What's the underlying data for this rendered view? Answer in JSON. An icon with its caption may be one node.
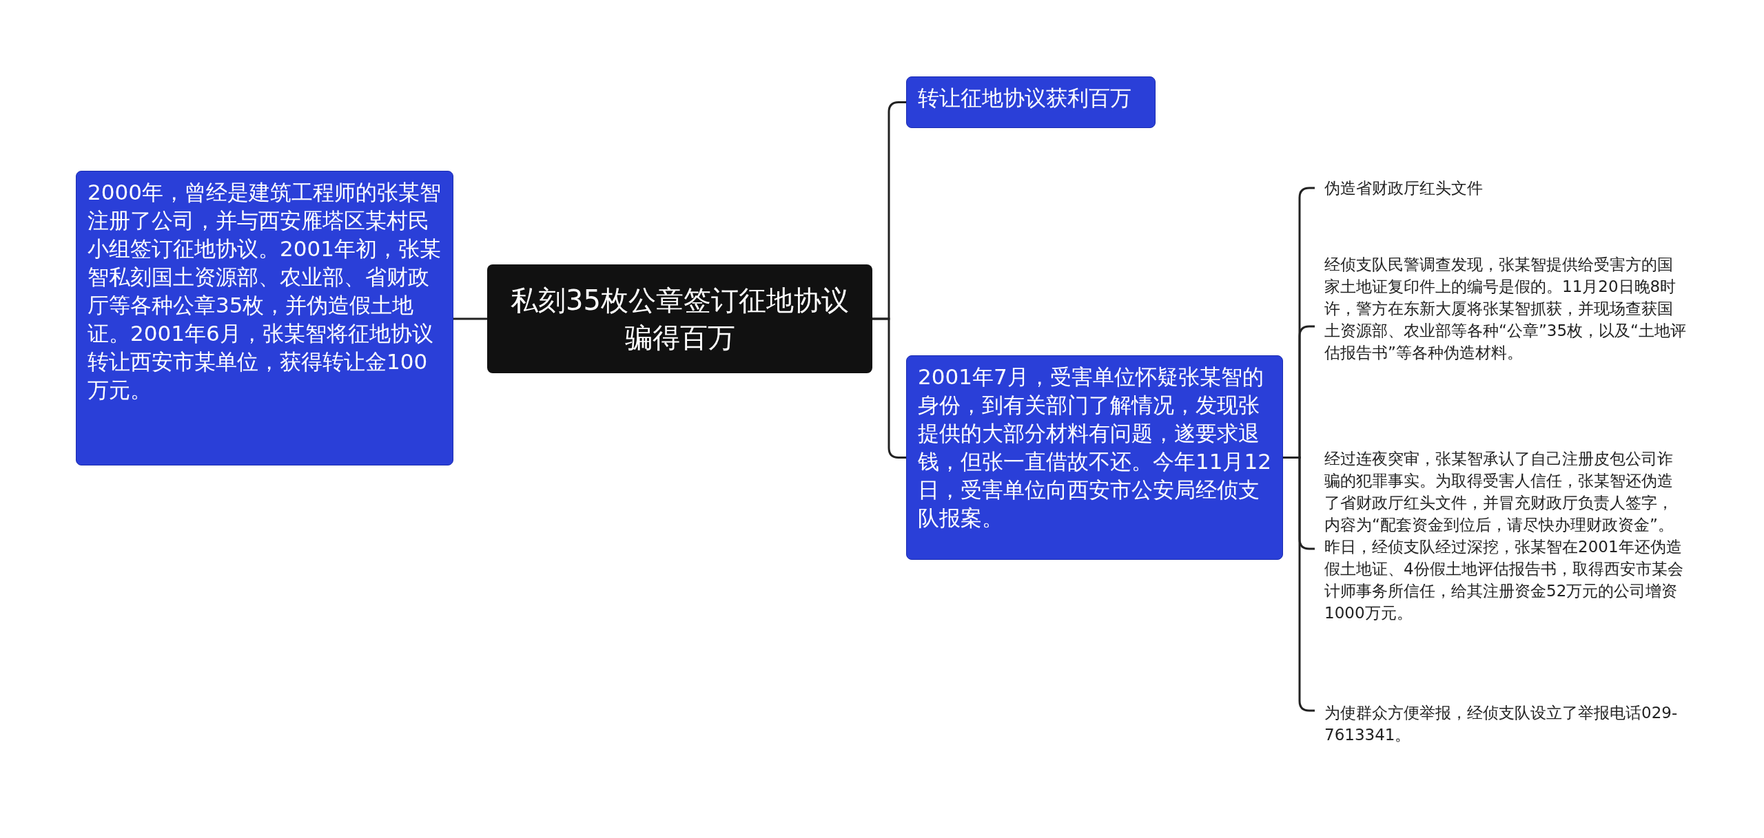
{
  "diagram": {
    "nodes": [
      {
        "text": [
          "私刻35枚公章签订征地协议骗得百万"
        ]
      },
      {
        "text": [
          "2000年，曾经是建筑工程师的张某智注册了公司，并与西安雁塔区某村民小组签订征地协议。2001年初，张某智私刻国土资源部、农业部、省财政厅等各种公章35枚，并伪造假土地证。2001年6月，张某智将征地协议转让西安市某单位，获得转让金100万元。"
        ]
      },
      {
        "text": [
          "转让征地协议获利百万"
        ]
      },
      {
        "text": [
          "2001年7月，受害单位怀疑张某智的身份，到有关部门了解情况，发现张提供的大部分材料有问题，遂要求退钱，但张一直借故不还。今年11月12日，受害单位向西安市公安局经侦支队报案。"
        ]
      },
      {
        "text": [
          "伪造省财政厅红头文件"
        ]
      },
      {
        "text": [
          "经侦支队民警调查发现，张某智提供给受害方的国家土地证复印件上的编号是假的。11月20日晚8时许，警方在东新大厦将张某智抓获，并现场查获国土资源部、农业部等各种“公章”35枚，以及“土地评估报告书”等各种伪造材料。"
        ]
      },
      {
        "text": [
          "经过连夜突审，张某智承认了自己注册皮包公司诈骗的犯罪事实。为取得受害人信任，张某智还伪造了省财政厅红头文件，并冒充财政厅负责人签字，内容为“配套资金到位后，请尽快办理财政资金”。昨日，经侦支队经过深挖，张某智在2001年还伪造假土地证、4份假土地评估报告书，取得西安市某会计师事务所信任，给其注册资金52万元的公司增资1000万元。"
        ]
      },
      {
        "text": [
          "为使群众方便举报，经侦支队设立了举报电话029-7613341。"
        ]
      }
    ],
    "edges": [
      {
        "from": 0,
        "to": 1,
        "arrow": "none"
      },
      {
        "from": 0,
        "to": 2,
        "arrow": "none"
      },
      {
        "from": 0,
        "to": 3,
        "arrow": "none"
      },
      {
        "from": 3,
        "to": 4,
        "arrow": "none"
      },
      {
        "from": 3,
        "to": 5,
        "arrow": "none"
      },
      {
        "from": 3,
        "to": 6,
        "arrow": "none"
      },
      {
        "from": 3,
        "to": 7,
        "arrow": "none"
      }
    ]
  }
}
